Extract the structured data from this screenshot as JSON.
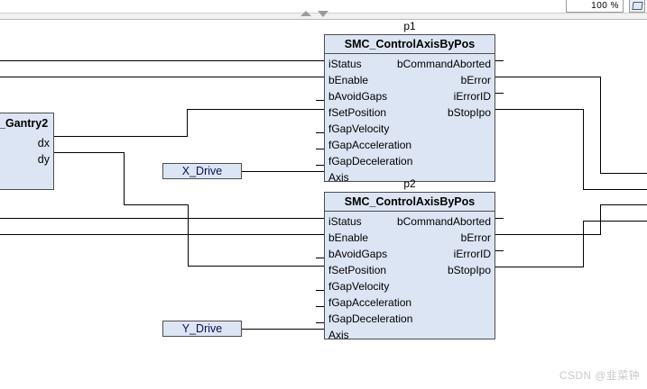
{
  "toolbar": {
    "zoom_value": "100 %",
    "zoom_dropdown_icon": "combo-dropdown-icon",
    "route_button_icon": "connection-route-icon",
    "more_button_icon": "more-options-icon",
    "scroll_up_icon": "scroll-up-arrow-icon",
    "scroll_down_icon": "scroll-down-arrow-icon"
  },
  "blocks": [
    {
      "instance": "p1",
      "type": "SMC_ControlAxisByPos",
      "inputs": [
        "iStatus",
        "bEnable",
        "bAvoidGaps",
        "fSetPosition",
        "fGapVelocity",
        "fGapAcceleration",
        "fGapDeceleration",
        "Axis"
      ],
      "outputs": [
        "bCommandAborted",
        "bError",
        "iErrorID",
        "bStopIpo"
      ]
    },
    {
      "instance": "p2",
      "type": "SMC_ControlAxisByPos",
      "inputs": [
        "iStatus",
        "bEnable",
        "bAvoidGaps",
        "fSetPosition",
        "fGapVelocity",
        "fGapAcceleration",
        "fGapDeceleration",
        "Axis"
      ],
      "outputs": [
        "bCommandAborted",
        "bError",
        "iErrorID",
        "bStopIpo"
      ]
    }
  ],
  "gantry": {
    "title": "_Gantry2",
    "outputs": [
      "dx",
      "dy"
    ]
  },
  "variables": [
    {
      "name": "X_Drive"
    },
    {
      "name": "Y_Drive"
    }
  ],
  "watermark": {
    "text": "CSDN @韭菜钟"
  },
  "colors": {
    "block_fill": "#dce5f4",
    "block_border": "#4d4d4d",
    "wire": "#000000",
    "var_text": "#0d0d4d",
    "watermark": "#c9c9c9"
  }
}
